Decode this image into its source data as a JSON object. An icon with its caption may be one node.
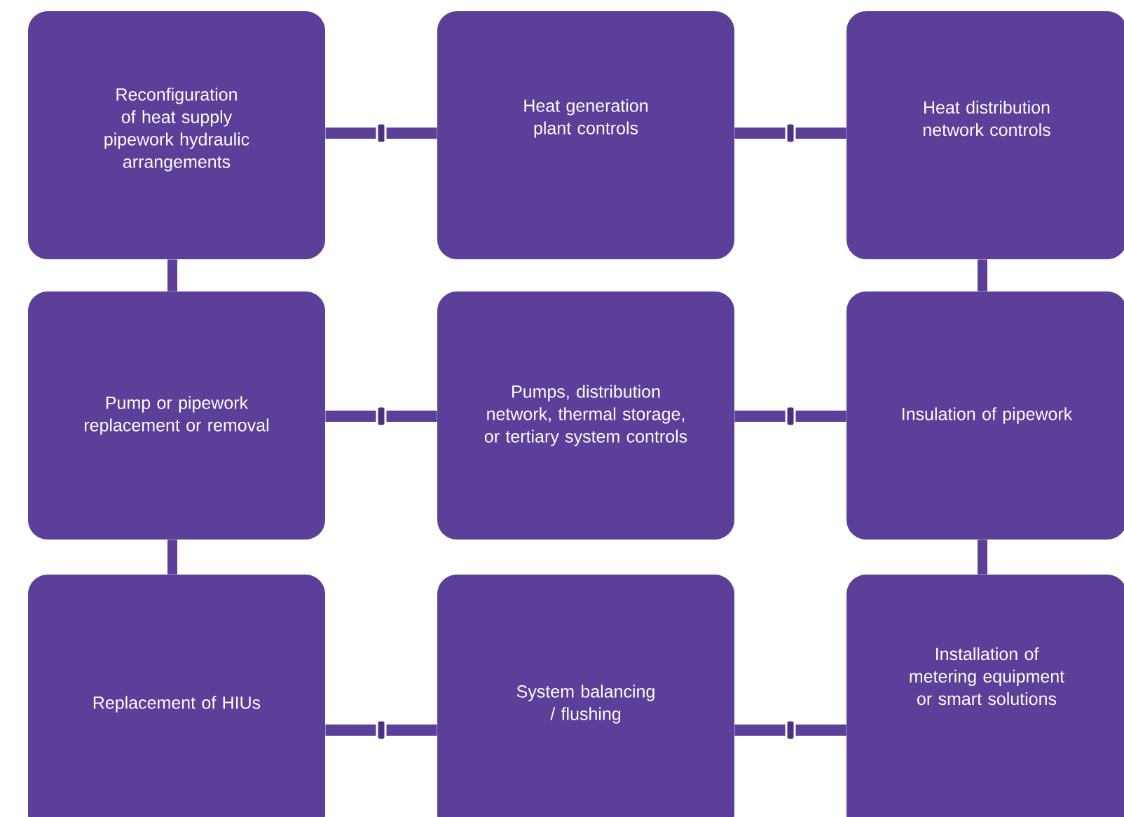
{
  "diagram": {
    "nodes": [
      {
        "text": [
          "Reconfiguration of heat supply pipework hydraulic arrangements"
        ]
      },
      {
        "text": [
          "Heat generation plant controls"
        ]
      },
      {
        "text": [
          "Heat distribution network controls"
        ]
      },
      {
        "text": [
          "Pump or pipework replacement or removal"
        ]
      },
      {
        "text": [
          "Pumps, distribution network, thermal storage, or tertiary system controls"
        ]
      },
      {
        "text": [
          "Insulation of pipework"
        ]
      },
      {
        "text": [
          "Replacement of HIUs"
        ]
      },
      {
        "text": [
          "System balancing / flushing"
        ]
      },
      {
        "text": [
          "Installation of metering equipment or smart solutions"
        ]
      }
    ],
    "edges": [
      {
        "from": 0,
        "to": 1,
        "arrow": "none"
      },
      {
        "from": 1,
        "to": 2,
        "arrow": "none"
      },
      {
        "from": 0,
        "to": 3,
        "arrow": "none"
      },
      {
        "from": 2,
        "to": 5,
        "arrow": "none"
      },
      {
        "from": 3,
        "to": 4,
        "arrow": "none"
      },
      {
        "from": 4,
        "to": 5,
        "arrow": "none"
      },
      {
        "from": 3,
        "to": 6,
        "arrow": "none"
      },
      {
        "from": 5,
        "to": 8,
        "arrow": "none"
      },
      {
        "from": 6,
        "to": 7,
        "arrow": "none"
      },
      {
        "from": 7,
        "to": 8,
        "arrow": "none"
      }
    ]
  }
}
